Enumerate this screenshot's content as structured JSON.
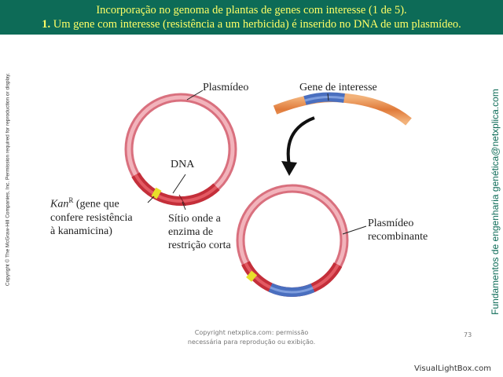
{
  "header": {
    "title": "Incorporação no genoma de plantas de genes com interesse (1 de 5).",
    "step_number": "1.",
    "step_text": "Um gene com interesse (resistência a um herbicida) é inserido no DNA de um plasmídeo."
  },
  "side_copyright": "Copyright © The McGraw-Hill Companies, Inc. Permission required for reproduction or display.",
  "side_site": "Fundamentos de engenharia genética@netxplica.com",
  "diagram": {
    "label_plasmid": "Plasmídeo",
    "label_gene": "Gene de interesse",
    "label_dna": "DNA",
    "label_kan_main": "Kan",
    "label_kan_sup": "R",
    "label_kan_rest": " (gene que",
    "label_kan_line2": "confere resistência",
    "label_kan_line3": "à kanamicina)",
    "label_site_line1": "Sítio onde a",
    "label_site_line2": "enzima de",
    "label_site_line3": "restrição corta",
    "label_recomb_line1": "Plasmídeo",
    "label_recomb_line2": "recombinante"
  },
  "footer": {
    "line1": "Copyright netxplica.com: permissão",
    "line2": "necessária para reprodução ou exibição.",
    "page_number": "73"
  },
  "watermark": "VisualLightBox.com",
  "colors": {
    "header_bg": "#0d6b57",
    "header_text": "#ffff66",
    "plasmid_pink": "#e8909a",
    "kan_red": "#c42f3a",
    "gene_blue": "#4a6fbf",
    "dna_orange": "#e88a4a",
    "marker_yellow": "#e8e02a"
  }
}
